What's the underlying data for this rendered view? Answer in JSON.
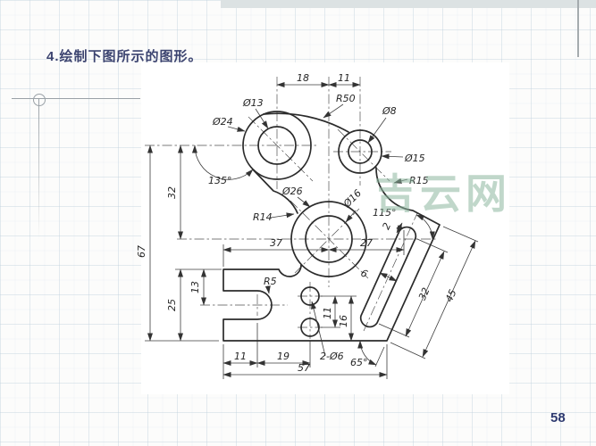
{
  "slide": {
    "title": "4.绘制下图所示的图形。",
    "page_number": "58",
    "watermark": "吉云网"
  },
  "colors": {
    "watermark": "#8cb79f",
    "accent_band": "#dce2e3",
    "page_number": "#2e3a70",
    "line": "#2b2b2b"
  },
  "drawing_labels": {
    "top_18": "18",
    "top_11": "11",
    "r50": "R50",
    "dia13": "Ø13",
    "dia24": "Ø24",
    "dia8": "Ø8",
    "dia15": "Ø15",
    "r15": "R15",
    "ang135": "135°",
    "dia26": "Ø26",
    "dia16": "Ø16",
    "ang115": "115°",
    "v32": "32",
    "v67": "67",
    "r14": "R14",
    "h37": "37",
    "h27": "27",
    "gap2": "2",
    "v25": "25",
    "v13": "13",
    "r5": "R5",
    "slot_w6": "6",
    "slot_32": "32",
    "slot_45": "45",
    "holes_11": "11",
    "holes_16": "16",
    "bottom_11": "11",
    "bottom_19": "19",
    "holes_note": "2-Ø6",
    "ang65": "65°",
    "bottom_57": "57"
  }
}
